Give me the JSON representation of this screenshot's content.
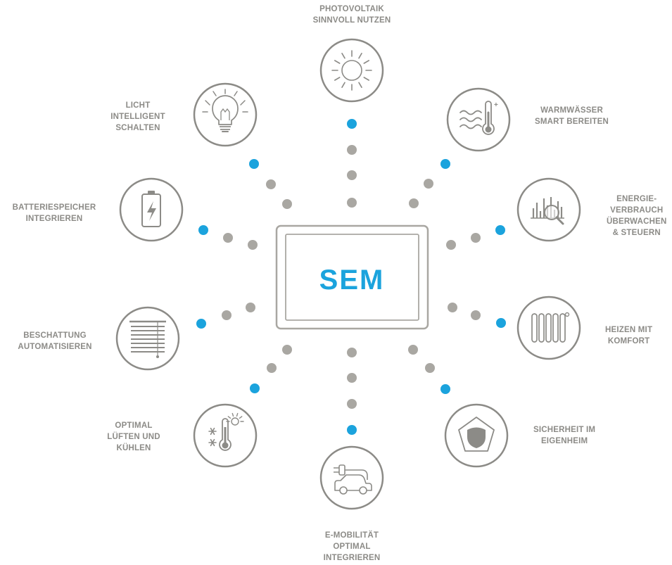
{
  "colors": {
    "accent": "#1ba3dd",
    "grey": "#8c8b87",
    "dot": "#a9a7a2"
  },
  "center": {
    "label": "SEM"
  },
  "features": [
    {
      "id": "photovoltaik",
      "icon": "sun-icon",
      "lines": [
        "PHOTOVOLTAIK",
        "SINNVOLL NUTZEN"
      ]
    },
    {
      "id": "warmwasser",
      "icon": "water-thermometer-icon",
      "lines": [
        "WARMWÄSSER",
        "SMART BEREITEN"
      ]
    },
    {
      "id": "energieverbrauch",
      "icon": "bar-chart-magnifier-icon",
      "lines": [
        "ENERGIE-",
        "VERBRAUCH",
        "ÜBERWACHEN",
        "& STEUERN"
      ]
    },
    {
      "id": "heizen",
      "icon": "radiator-icon",
      "lines": [
        "HEIZEN MIT",
        "KOMFORT"
      ]
    },
    {
      "id": "sicherheit",
      "icon": "shield-icon",
      "lines": [
        "SICHERHEIT IM",
        "EIGENHEIM"
      ]
    },
    {
      "id": "emobilitaet",
      "icon": "ev-car-plug-icon",
      "lines": [
        "E-MOBILITÄT",
        "OPTIMAL",
        "INTEGRIEREN"
      ]
    },
    {
      "id": "lueften",
      "icon": "snow-sun-thermometer-icon",
      "lines": [
        "OPTIMAL",
        "LÜFTEN UND",
        "KÜHLEN"
      ]
    },
    {
      "id": "beschattung",
      "icon": "blinds-icon",
      "lines": [
        "BESCHATTUNG",
        "AUTOMATISIEREN"
      ]
    },
    {
      "id": "batterie",
      "icon": "battery-icon",
      "lines": [
        "BATTERIESPEICHER",
        "INTEGRIEREN"
      ]
    },
    {
      "id": "licht",
      "icon": "light-bulb-icon",
      "lines": [
        "LICHT",
        "INTELLIGENT",
        "SCHALTEN"
      ]
    }
  ]
}
